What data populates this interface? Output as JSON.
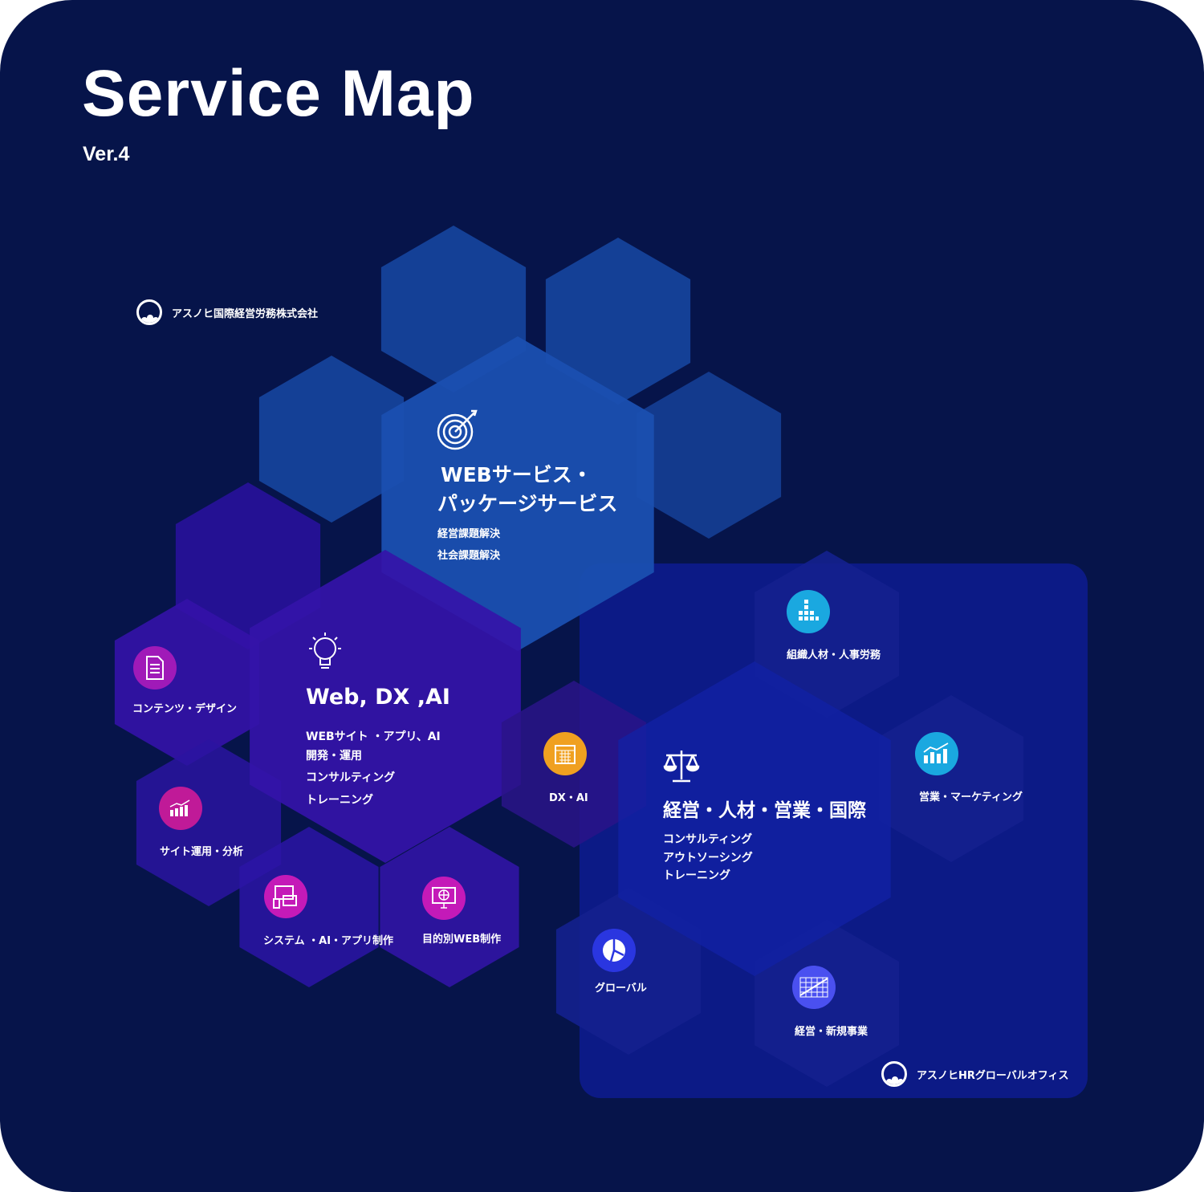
{
  "header": {
    "title": "Service Map",
    "version": "Ver.4"
  },
  "logos": {
    "company": "アスノヒ国際経営労務株式会社",
    "hr_office": "アスノヒHRグローバルオフィス"
  },
  "colors": {
    "background": "#06144a",
    "blue_hex": "#1a4fb0",
    "purple_hex": "#3414a8",
    "panel": "#0c1a86",
    "magenta": "#c21ab0",
    "orange": "#f0a020",
    "cyan": "#1aa8e0",
    "indigo": "#2a36e0"
  },
  "web_service": {
    "icon": "target-icon",
    "title_line1": "WEBサービス・",
    "title_line2": "パッケージサービス",
    "items": [
      "経営課題解決",
      "社会課題解決"
    ]
  },
  "web_dx_ai": {
    "icon": "lightbulb-icon",
    "title": "Web, DX ,AI",
    "items": [
      "WEBサイト ・アプリ、AI",
      "開発・運用",
      "コンサルティング",
      "トレーニング"
    ]
  },
  "web_subs": [
    {
      "icon": "document-icon",
      "label": "コンテンツ・デザイン"
    },
    {
      "icon": "bar-chart-icon",
      "label": "サイト運用・分析"
    },
    {
      "icon": "devices-icon",
      "label": "システム ・AI・アプリ制作"
    },
    {
      "icon": "globe-monitor-icon",
      "label": "目的別WEB制作"
    }
  ],
  "dx_ai": {
    "icon": "calendar-icon",
    "label": "DX・AI"
  },
  "management": {
    "icon": "scales-icon",
    "title": "経営・人材・営業・国際",
    "items": [
      "コンサルティング",
      "アウトソーシング",
      "トレーニング"
    ]
  },
  "mgmt_subs": [
    {
      "icon": "building-chart-icon",
      "label": "組織人材・人事労務"
    },
    {
      "icon": "growth-chart-icon",
      "label": "営業・マーケティング"
    },
    {
      "icon": "pie-chart-icon",
      "label": "グローバル"
    },
    {
      "icon": "grid-chart-icon",
      "label": "経営・新規事業"
    }
  ]
}
